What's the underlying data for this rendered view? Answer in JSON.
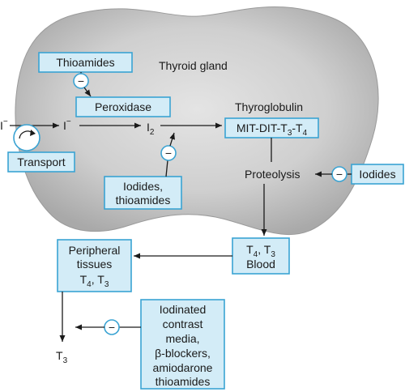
{
  "labels": {
    "thyroid_gland": "Thyroid gland",
    "thyroglobulin": "Thyroglobulin",
    "proteolysis": "Proteolysis",
    "iodide_ext": "I",
    "iodide_ext_sup": "−",
    "iodide_int": "I",
    "iodide_int_sup": "−",
    "iodine": "I",
    "iodine_sub": "2",
    "t3_final": "T",
    "t3_final_sub": "3"
  },
  "boxes": {
    "thioamides": "Thioamides",
    "peroxidase": "Peroxidase",
    "transport": "Transport",
    "iodides_thioamides": [
      "Iodides,",
      "thioamides"
    ],
    "iodides": "Iodides",
    "mit_dit": {
      "a": "MIT-DIT-T",
      "s1": "3",
      "b": "-T",
      "s2": "4"
    },
    "blood": {
      "t4": "T",
      "t4_sub": "4",
      "comma": ", T",
      "t3_sub": "3",
      "word": "Blood"
    },
    "peripheral": {
      "line1": "Peripheral",
      "line2": "tissues",
      "t4": "T",
      "t4_sub": "4",
      "comma": ", T",
      "t3_sub": "3"
    },
    "contrast": [
      "Iodinated",
      "contrast",
      "media,",
      "β-blockers,",
      "amiodarone",
      "thioamides"
    ]
  },
  "inhibit_symbol": "−",
  "colors": {
    "gland_fill": "#c6c6c6",
    "box_fill": "#d3ecf7",
    "box_stroke": "#3aa3d3",
    "line": "#1a1a1a"
  }
}
